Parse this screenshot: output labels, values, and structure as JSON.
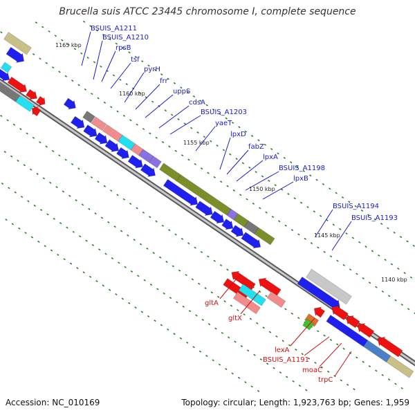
{
  "title": "Brucella suis ATCC 23445 chromosome I, complete sequence",
  "footer": {
    "accession": "Accession: NC_010169",
    "topology": "Topology: circular; Length: 1,923,763 bp; Genes: 1,959"
  },
  "ticks": [
    "1165 kbp",
    "1160 kbp",
    "1155 kbp",
    "1150 kbp",
    "1145 kbp",
    "1140 kbp"
  ],
  "genes_forward": [
    "BSUIS_A1211",
    "BSUIS_A1210",
    "rpsB",
    "tsf",
    "pyrH",
    "frr",
    "uppS",
    "cdsA",
    "BSUIS_A1203",
    "yaeT",
    "lpxD",
    "fabZ",
    "lpxA",
    "BSUIS_A1198",
    "lpxB",
    "BSUIS_A1194",
    "BSUIS_A1193"
  ],
  "genes_reverse": [
    "gltA",
    "gltX",
    "lexA",
    "BSUIS_A1191",
    "moaC",
    "trpC"
  ],
  "colors": {
    "forward_label": "#1a1acc",
    "reverse_label": "#cc1111",
    "cds_blue": "#1f1ff0",
    "cds_red": "#ee1111",
    "olive": "#7a8f2a",
    "salmon": "#f08c8c",
    "cyan": "#22e0f0",
    "purple": "#8a70e0",
    "gray": "#777777",
    "tan": "#c8c088",
    "tick_green": "#1a7a1a"
  }
}
